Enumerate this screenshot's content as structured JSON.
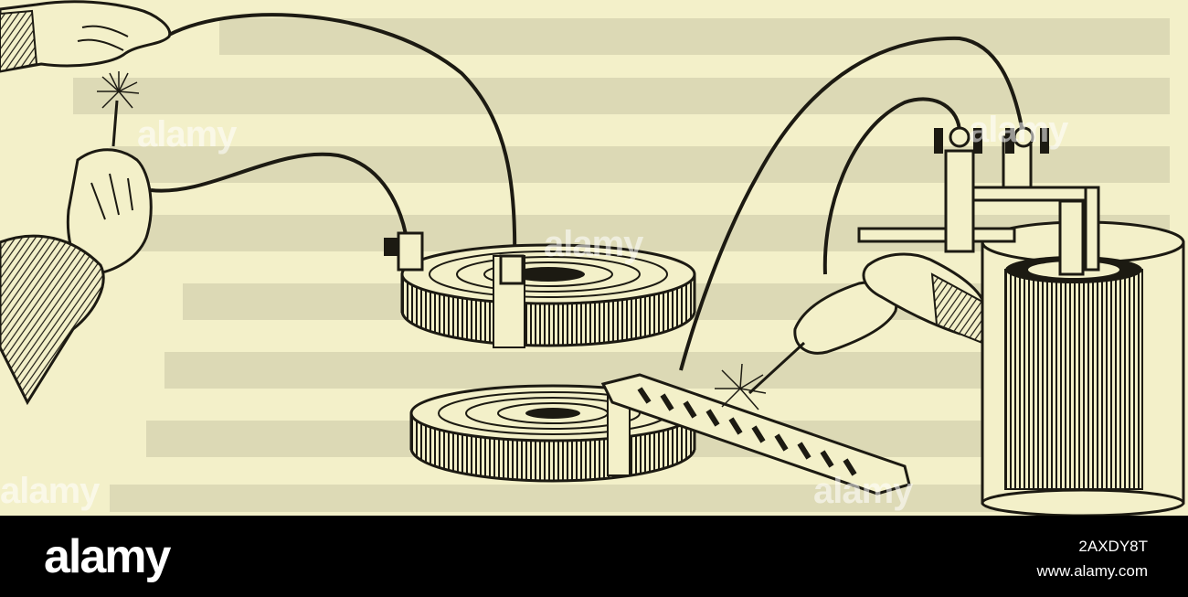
{
  "watermark": {
    "text": "alamy"
  },
  "footer": {
    "logo": "alamy",
    "image_id": "2AXDY8T",
    "site": "www.alamy.com"
  },
  "colors": {
    "paper": "#f3f0c9",
    "ink": "#1c1a12",
    "footer_bg": "#000000",
    "footer_text": "#ffffff"
  }
}
